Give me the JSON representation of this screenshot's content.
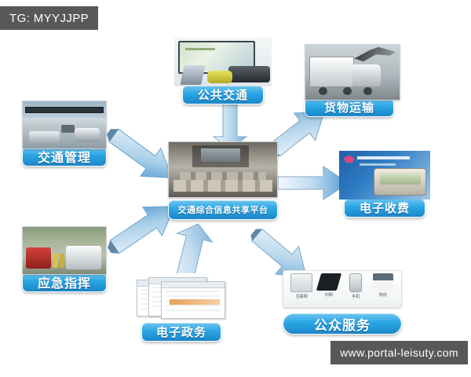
{
  "watermarks": {
    "top_left": "TG: MYYJJPP",
    "bottom_right": "www.portal-leisuty.com"
  },
  "diagram": {
    "center": {
      "label": "交通综合信息共享平台",
      "image": "traffic-control-center-photo"
    },
    "nodes": [
      {
        "id": "traffic-management",
        "label": "交通管理",
        "image": "highway-surveillance-photo"
      },
      {
        "id": "emergency-command",
        "label": "应急指挥",
        "image": "fire-engine-ambulance-photo"
      },
      {
        "id": "public-transport",
        "label": "公共交通",
        "image": "bus-monitor-photo"
      },
      {
        "id": "freight-transport",
        "label": "货物运输",
        "image": "cargo-truck-photo"
      },
      {
        "id": "electronic-toll",
        "label": "电子收费",
        "image": "etc-card-reader-photo"
      },
      {
        "id": "e-government",
        "label": "电子政务",
        "image": "spreadsheet-documents-photo"
      },
      {
        "id": "public-service",
        "label": "公众服务",
        "image": "service-channel-icons"
      }
    ],
    "public_service_icons": [
      {
        "name": "internet-icon",
        "label": "互联网"
      },
      {
        "name": "print-icon",
        "label": "印刷"
      },
      {
        "name": "mobile-icon",
        "label": "手机"
      },
      {
        "name": "hotline-icon",
        "label": "热线"
      }
    ],
    "connectors": [
      {
        "from": "traffic-management",
        "to": "center",
        "style": "double-headed"
      },
      {
        "from": "emergency-command",
        "to": "center",
        "style": "double-headed"
      },
      {
        "from": "public-transport",
        "to": "center",
        "style": "double-headed"
      },
      {
        "from": "center",
        "to": "freight-transport",
        "style": "double-headed"
      },
      {
        "from": "center",
        "to": "electronic-toll",
        "style": "single"
      },
      {
        "from": "e-government",
        "to": "center",
        "style": "double-headed"
      },
      {
        "from": "center",
        "to": "public-service",
        "style": "double-headed"
      }
    ]
  },
  "colors": {
    "label_blue": "#29a6e4",
    "label_blue_dark": "#1c86c8",
    "arrow_blue": "#4b9ad4",
    "watermark_bg": "#585858",
    "background": "#ffffff"
  }
}
